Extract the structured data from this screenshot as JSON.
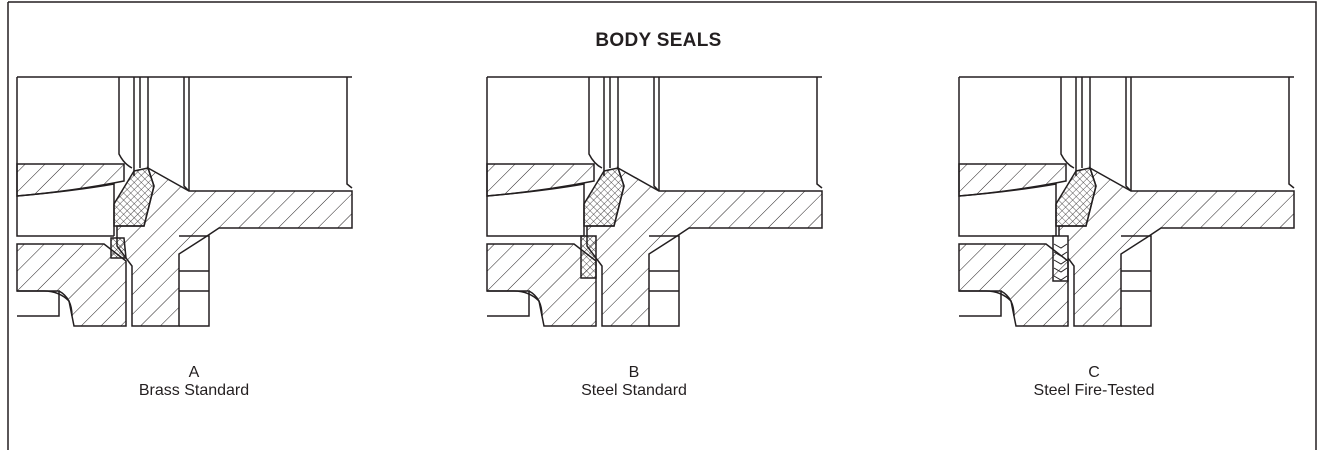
{
  "title": "BODY SEALS",
  "panels": [
    {
      "letter": "A",
      "caption": "Brass Standard",
      "seal_style": "crosshatch"
    },
    {
      "letter": "B",
      "caption": "Steel Standard",
      "seal_style": "crosshatch"
    },
    {
      "letter": "C",
      "caption": "Steel Fire-Tested",
      "seal_style": "chevron"
    }
  ],
  "colors": {
    "line": "#231f20",
    "background": "#ffffff"
  }
}
